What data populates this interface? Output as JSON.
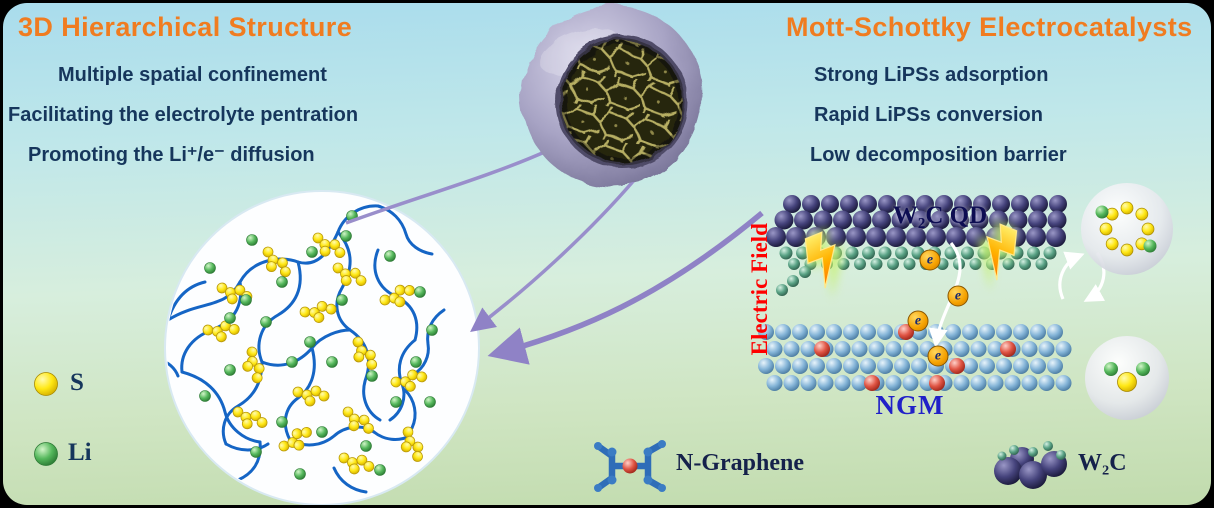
{
  "left_panel": {
    "title": "3D Hierarchical Structure",
    "bullets": [
      "Multiple spatial confinement",
      "Facilitating the electrolyte pentration",
      "Promoting the Li⁺/e⁻ diffusion"
    ]
  },
  "right_panel": {
    "title": "Mott-Schottky Electrocatalysts",
    "bullets": [
      "Strong LiPSs adsorption",
      "Rapid LiPSs conversion",
      "Low decomposition barrier"
    ]
  },
  "legend": {
    "sulfur": "S",
    "lithium": "Li"
  },
  "schematic": {
    "electric_field": "Electric Field",
    "w2c_qd": "W₂C QD",
    "ngm": "NGM",
    "electron": "e"
  },
  "footer": {
    "n_graphene": "N-Graphene",
    "w2c": "W₂C"
  },
  "colors": {
    "accent_orange": "#f07c20",
    "navy_text": "#16365c",
    "red_label": "#ff0000",
    "blue_label": "#2121c8",
    "network_blue": "#1565c5",
    "arrow_purple": "#8f82c6"
  }
}
